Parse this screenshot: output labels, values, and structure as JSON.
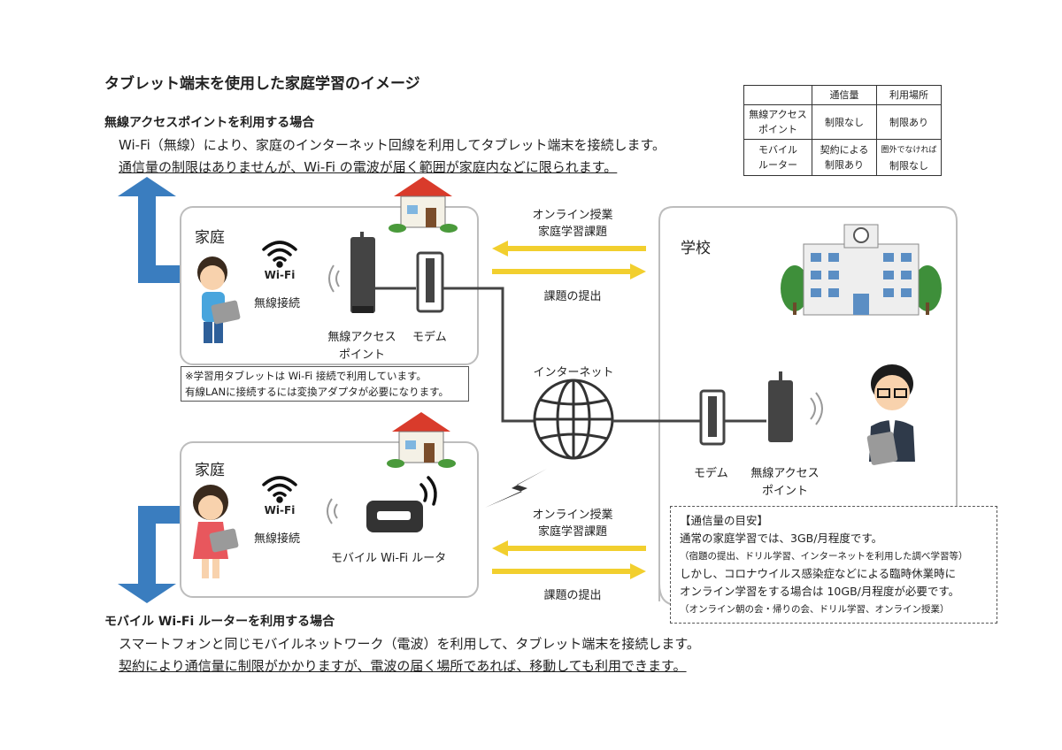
{
  "page_title": "タブレット端末を使用した家庭学習のイメージ",
  "section_wifi": {
    "heading": "無線アクセスポイントを利用する場合",
    "line1": "Wi-Fi（無線）により、家庭のインターネット回線を利用してタブレット端末を接続します。",
    "line2": "通信量の制限はありませんが、Wi-Fi の電波が届く範囲が家庭内などに限られます。"
  },
  "section_mobile": {
    "heading": "モバイル Wi-Fi ルーターを利用する場合",
    "line1": "スマートフォンと同じモバイルネットワーク（電波）を利用して、タブレット端末を接続します。",
    "line2": "契約により通信量に制限がかかりますが、電波の届く場所であれば、移動しても利用できます。"
  },
  "legend_table": {
    "headers": [
      "",
      "通信量",
      "利用場所"
    ],
    "rows": [
      {
        "label1": "無線アクセス",
        "label2": "ポイント",
        "traffic": "制限なし",
        "place": "制限あり"
      },
      {
        "label1": "モバイル",
        "label2": "ルーター",
        "traffic1": "契約による",
        "traffic2": "制限あり",
        "place1": "圏外でなければ",
        "place2": "制限なし"
      }
    ]
  },
  "home1": {
    "title": "家庭",
    "wifi_label": "Wi-Fi",
    "wireless_label": "無線接続",
    "ap_label1": "無線アクセス",
    "ap_label2": "ポイント",
    "modem_label": "モデム"
  },
  "home2": {
    "title": "家庭",
    "wifi_label": "Wi-Fi",
    "wireless_label": "無線接続",
    "router_label": "モバイル Wi-Fi ルータ"
  },
  "note": {
    "line1": "※学習用タブレットは Wi-Fi 接続で利用しています。",
    "line2": "有線LANに接続するには変換アダプタが必要になります。"
  },
  "school": {
    "title": "学校",
    "modem_label": "モデム",
    "ap_label1": "無線アクセス",
    "ap_label2": "ポイント"
  },
  "internet_label": "インターネット",
  "flow_top": {
    "down1": "オンライン授業",
    "down2": "家庭学習課題",
    "up": "課題の提出"
  },
  "flow_bottom": {
    "down1": "オンライン授業",
    "down2": "家庭学習課題",
    "up": "課題の提出"
  },
  "guide": {
    "title": "【通信量の目安】",
    "line1": "通常の家庭学習では、3GB/月程度です。",
    "line2": "（宿題の提出、ドリル学習、インターネットを利用した調べ学習等）",
    "line3": "しかし、コロナウイルス感染症などによる臨時休業時に",
    "line4": "オンライン学習をする場合は 10GB/月程度が必要です。",
    "line5": "（オンライン朝の会・帰りの会、ドリル学習、オンライン授業）"
  },
  "colors": {
    "arrow_blue": "#3a7dbf",
    "arrow_yellow": "#f2cf2e",
    "roof_red": "#d93b2b",
    "box_border": "#bdbdbd"
  }
}
